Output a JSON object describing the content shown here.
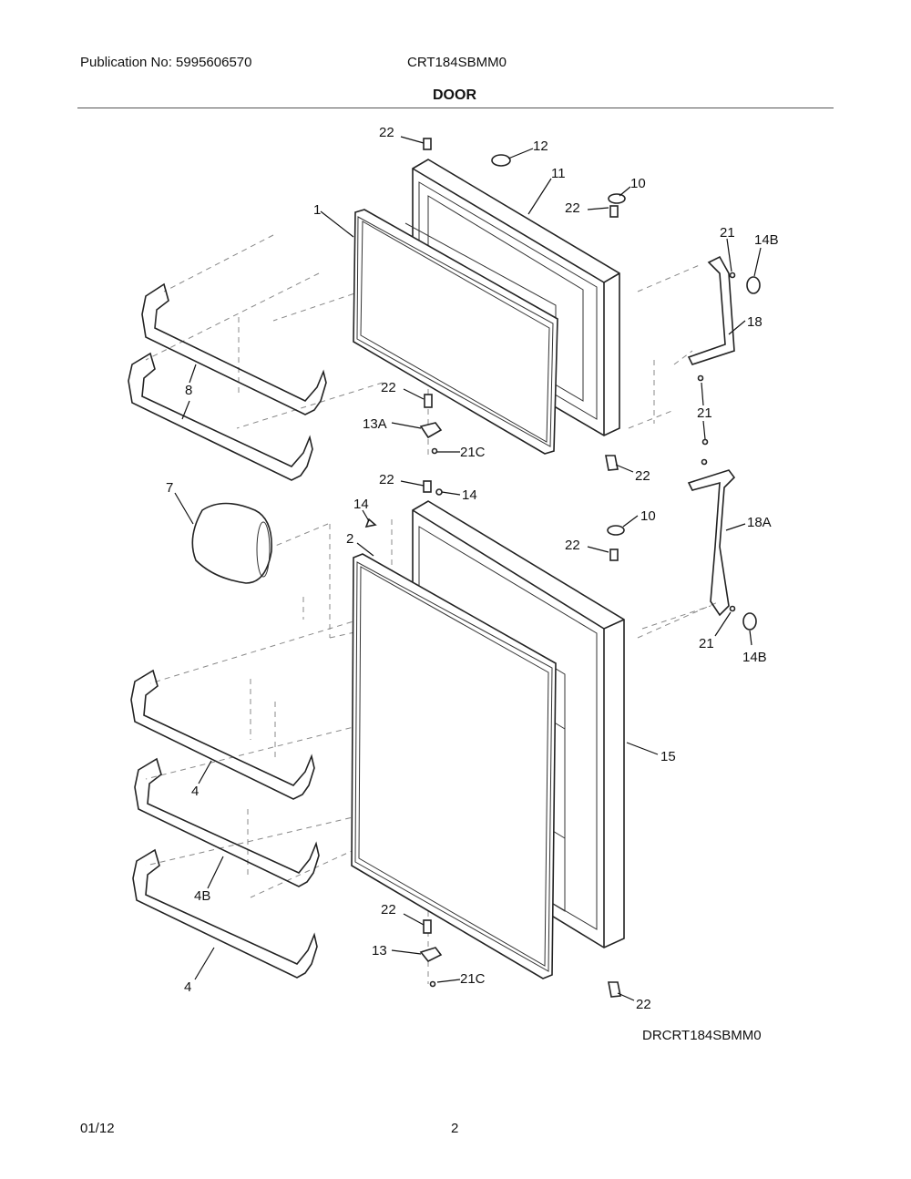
{
  "header": {
    "publication": "Publication No: 5995606570",
    "model": "CRT184SBMM0",
    "section_title": "DOOR"
  },
  "callouts": {
    "c22": "22",
    "c12": "12",
    "c11": "11",
    "c10": "10",
    "c1": "1",
    "c21": "21",
    "c14B": "14B",
    "c18": "18",
    "c8": "8",
    "c13A": "13A",
    "c21C": "21C",
    "c7": "7",
    "c14": "14",
    "c2": "2",
    "c18A": "18A",
    "c15": "15",
    "c4": "4",
    "c4B": "4B",
    "c13": "13"
  },
  "diagram_code": "DRCRT184SBMM0",
  "footer": {
    "date": "01/12",
    "page": "2"
  }
}
